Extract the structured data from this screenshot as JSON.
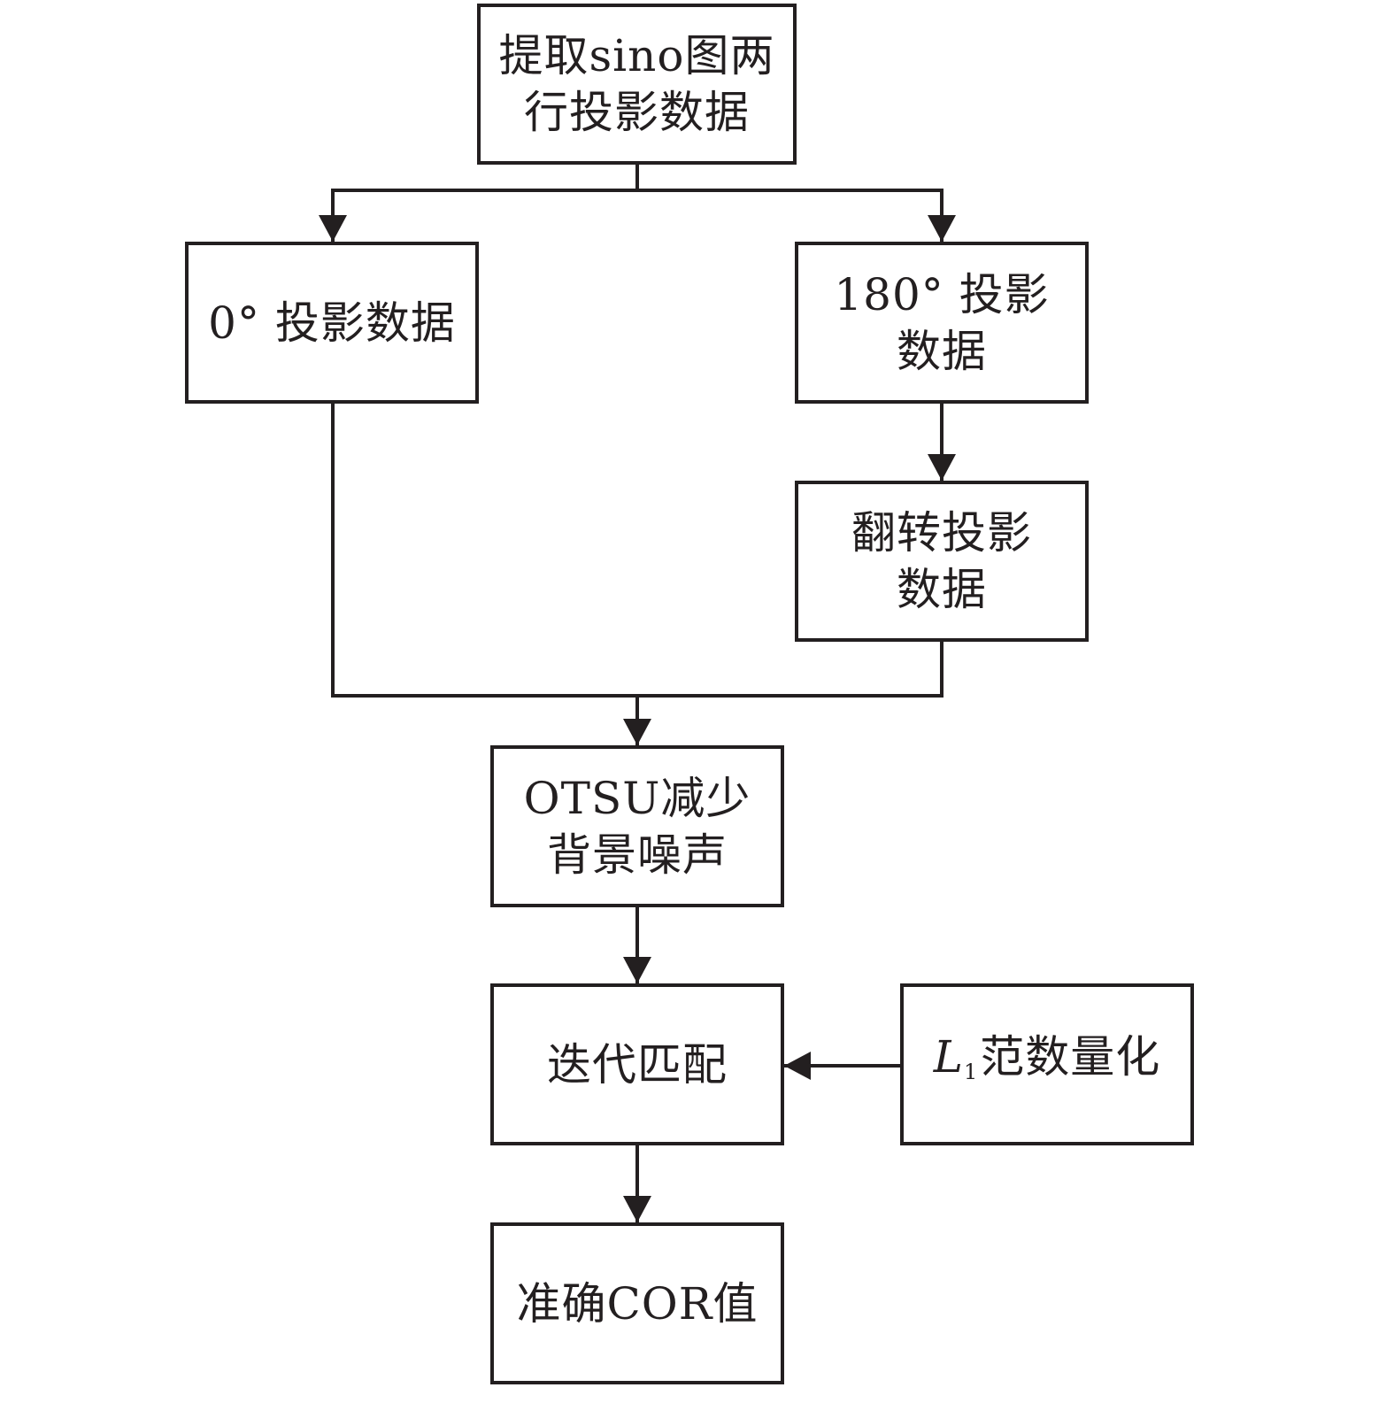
{
  "nodes": {
    "extract": {
      "lines": [
        "提取sino图两",
        "行投影数据"
      ]
    },
    "zero_deg": {
      "lines": [
        "0° 投影数据"
      ]
    },
    "deg_180": {
      "lines": [
        "180° 投影",
        "数据"
      ]
    },
    "flip": {
      "lines": [
        "翻转投影",
        "数据"
      ]
    },
    "otsu": {
      "lines": [
        "OTSU减少",
        "背景噪声"
      ]
    },
    "iterate": {
      "lines": [
        "迭代匹配"
      ]
    },
    "l1_norm": {
      "symbol": "L",
      "subscript": "1",
      "text": "范数量化"
    },
    "cor": {
      "lines": [
        "准确COR值"
      ]
    }
  },
  "edges": [
    {
      "from": "extract",
      "to": "zero_deg"
    },
    {
      "from": "extract",
      "to": "deg_180"
    },
    {
      "from": "deg_180",
      "to": "flip"
    },
    {
      "from": "zero_deg",
      "to": "otsu"
    },
    {
      "from": "flip",
      "to": "otsu"
    },
    {
      "from": "otsu",
      "to": "iterate"
    },
    {
      "from": "l1_norm",
      "to": "iterate"
    },
    {
      "from": "iterate",
      "to": "cor"
    }
  ],
  "colors": {
    "stroke": "#231f20",
    "background": "#ffffff"
  }
}
